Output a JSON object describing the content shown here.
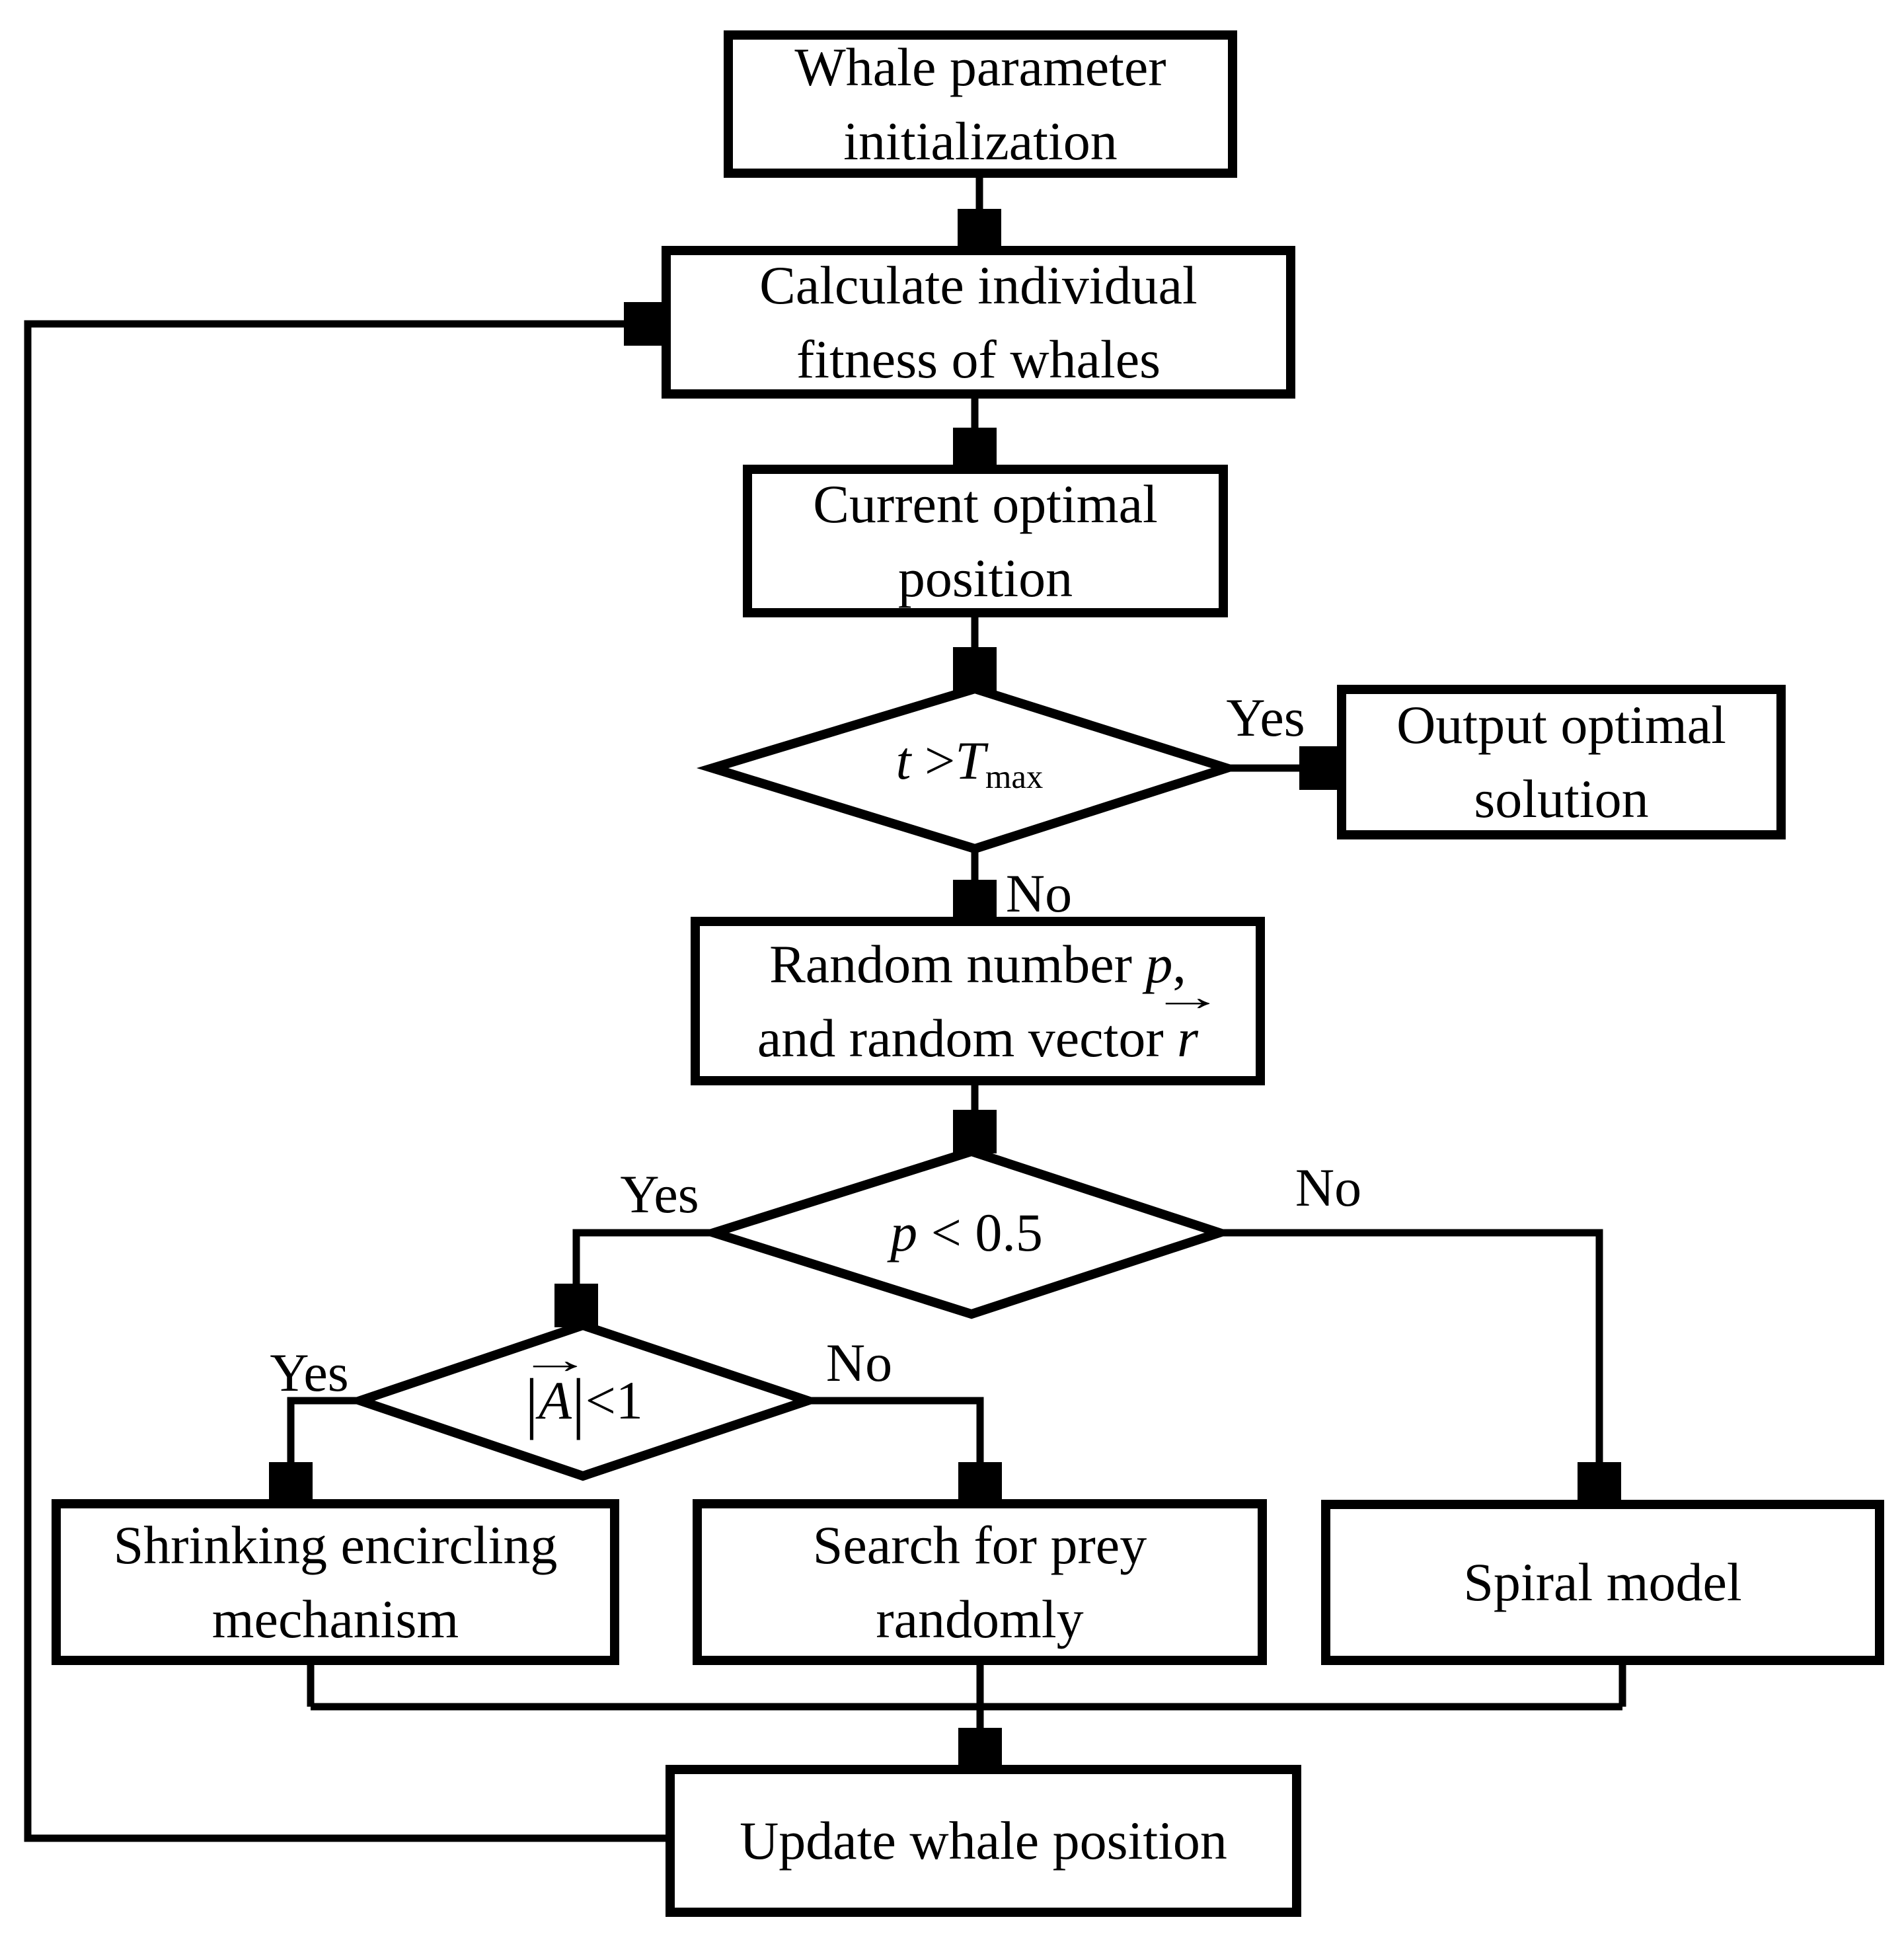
{
  "diagram": {
    "background_color": "#ffffff",
    "stroke_color": "#000000",
    "nodes": {
      "init": {
        "line1": "Whale parameter",
        "line2": "initialization"
      },
      "fitness": {
        "line1": "Calculate individual",
        "line2": "fitness of whales"
      },
      "current_optimal": {
        "line1": "Current optimal",
        "line2": "position"
      },
      "iteration_check": {
        "var_t": "t",
        "op": " >",
        "var_T": "T",
        "subscript": "max"
      },
      "output": {
        "line1": "Output optimal",
        "line2": "solution"
      },
      "random": {
        "line1_text": "Random number ",
        "line1_var": "p",
        "line1_comma": ",",
        "line2_text": "and random vector ",
        "line2_var": "r",
        "vector_arrow": "→"
      },
      "p_check": {
        "var": "p",
        "rest": " < 0.5"
      },
      "a_check": {
        "bar_left": "|",
        "var": "A",
        "bar_right": "|",
        "rest": "<1",
        "vector_arrow": "→"
      },
      "shrink": {
        "line1": "Shrinking encircling",
        "line2": "mechanism"
      },
      "search": {
        "line1": "Search for prey",
        "line2": "randomly"
      },
      "spiral": {
        "line1": "Spiral model"
      },
      "update": {
        "line1": "Update whale position"
      }
    },
    "edge_labels": {
      "iteration_yes": "Yes",
      "iteration_no": "No",
      "p_yes": "Yes",
      "p_no": "No",
      "a_yes": "Yes",
      "a_no": "No"
    }
  }
}
